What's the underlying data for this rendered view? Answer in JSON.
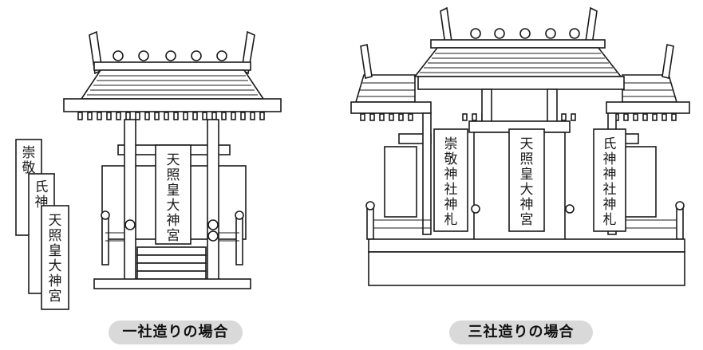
{
  "left_diagram": {
    "caption": "一社造りの場合",
    "shrine_center_label": "天照皇大神宮",
    "stacked_ofuda": [
      {
        "label": "崇敬"
      },
      {
        "label": "氏神"
      },
      {
        "label": "天照皇大神宮"
      }
    ]
  },
  "right_diagram": {
    "caption": "三社造りの場合",
    "center_label": "天照皇大神宮",
    "left_label": "崇敬神社神札",
    "right_label": "氏神神社神札"
  }
}
